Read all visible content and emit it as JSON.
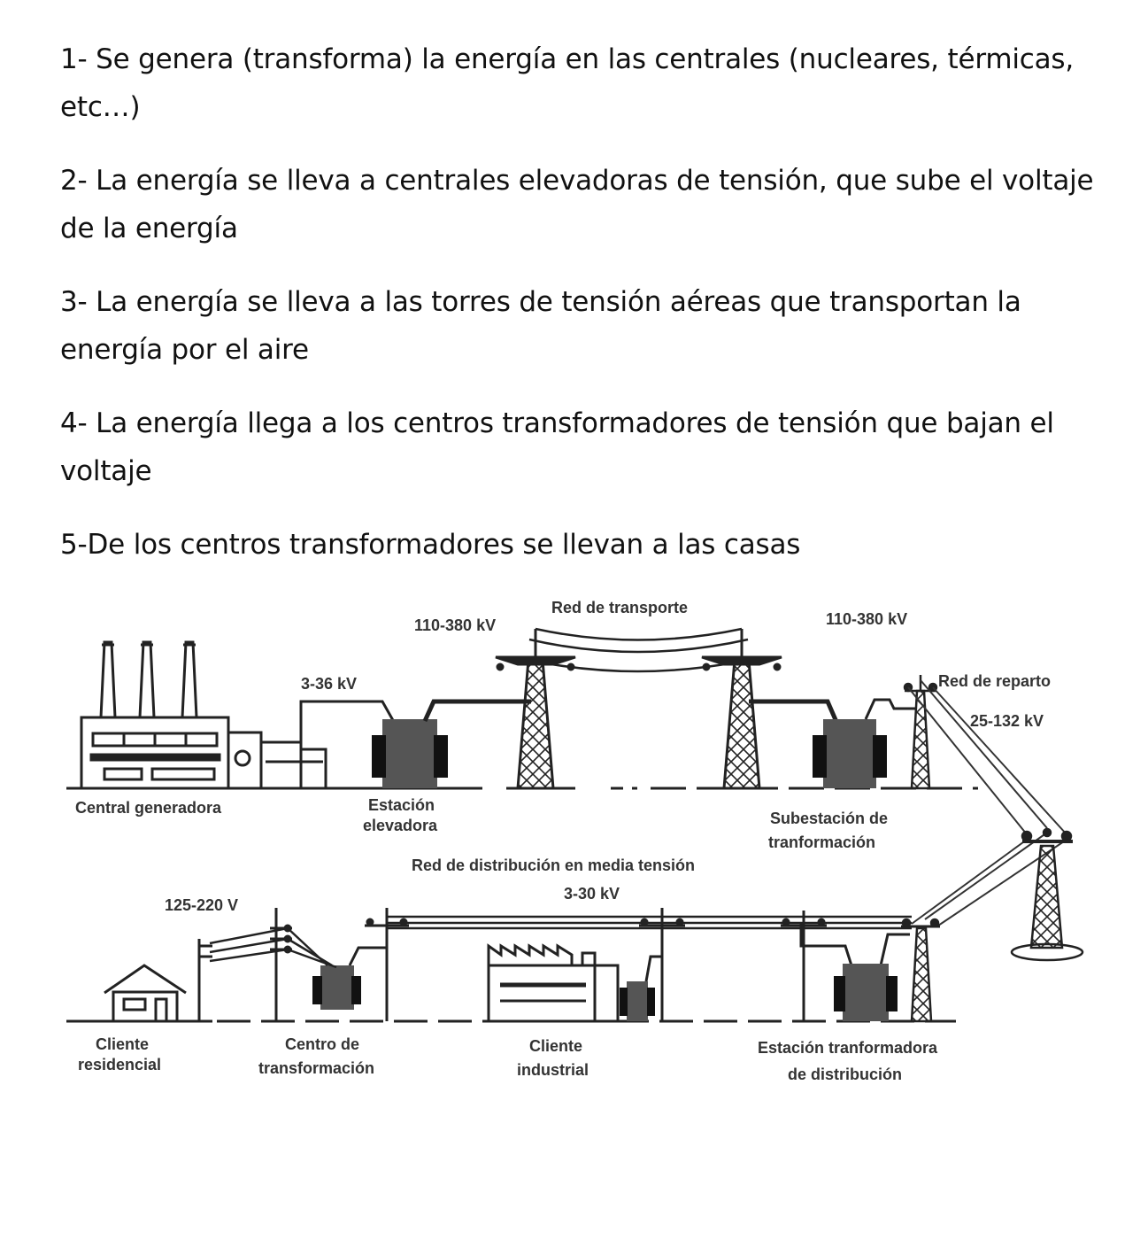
{
  "steps": [
    "1- Se genera (transforma) la energía en las centrales  (nucleares, térmicas, etc…)",
    "2- La energía se lleva a centrales elevadoras de tensión, que sube el voltaje de la energía",
    "3- La energía se lleva a las torres de tensión aéreas que transportan la energía por el aire",
    "4- La energía llega a los centros transformadores de tensión que bajan el voltaje",
    "5-De los centros transformadores se llevan a las casas"
  ],
  "diagram": {
    "labels": {
      "central_generadora": "Central generadora",
      "estacion_elevadora_1": "Estación",
      "estacion_elevadora_2": "elevadora",
      "v_3_36": "3-36 kV",
      "v_110_380_left": "110-380 kV",
      "red_transporte": "Red de transporte",
      "v_110_380_right": "110-380 kV",
      "red_reparto": "Red de reparto",
      "v_25_132": "25-132  kV",
      "subestacion_1": "Subestación de",
      "subestacion_2": "tranformación",
      "red_distribucion": "Red de distribución en media tensión",
      "v_3_30": "3-30 kV",
      "v_125_220": "125-220 V",
      "cliente_residencial_1": "Cliente",
      "cliente_residencial_2": "residencial",
      "centro_transformacion_1": "Centro de",
      "centro_transformacion_2": "transformación",
      "cliente_industrial_1": "Cliente",
      "cliente_industrial_2": "industrial",
      "estacion_distribucion_1": "Estación tranformadora",
      "estacion_distribucion_2": "de distribución"
    }
  }
}
